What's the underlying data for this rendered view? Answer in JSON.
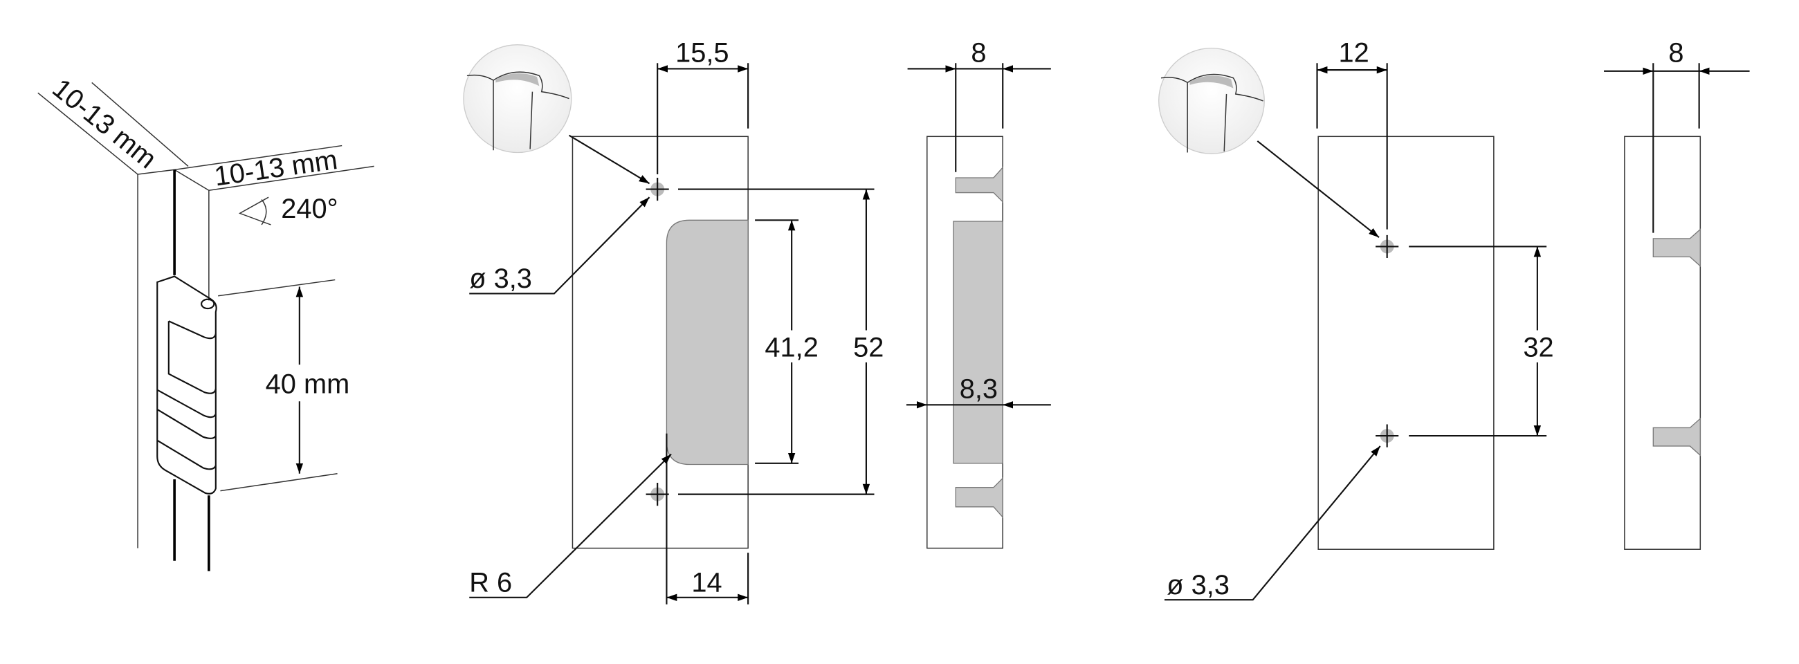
{
  "isometric_view": {
    "depth_label": "10-13 mm",
    "thickness_label": "10-13 mm",
    "angle_label": "240°",
    "hinge_height_label": "40 mm"
  },
  "plate_a": {
    "front": {
      "width_to_hole_label": "15,5",
      "recess_height_label": "41,2",
      "hole_spacing_label": "52",
      "recess_width_label": "14",
      "hole_diameter_label": "ø 3,3",
      "radius_label": "R 6"
    },
    "side": {
      "thickness_label": "8",
      "recess_depth_label": "8,3"
    }
  },
  "plate_b": {
    "front": {
      "width_to_hole_label": "12",
      "hole_spacing_label": "32",
      "hole_diameter_label": "ø 3,3"
    },
    "side": {
      "thickness_label": "8"
    }
  },
  "colors": {
    "line": "#111111",
    "fill_gray": "#c8c8c8"
  }
}
